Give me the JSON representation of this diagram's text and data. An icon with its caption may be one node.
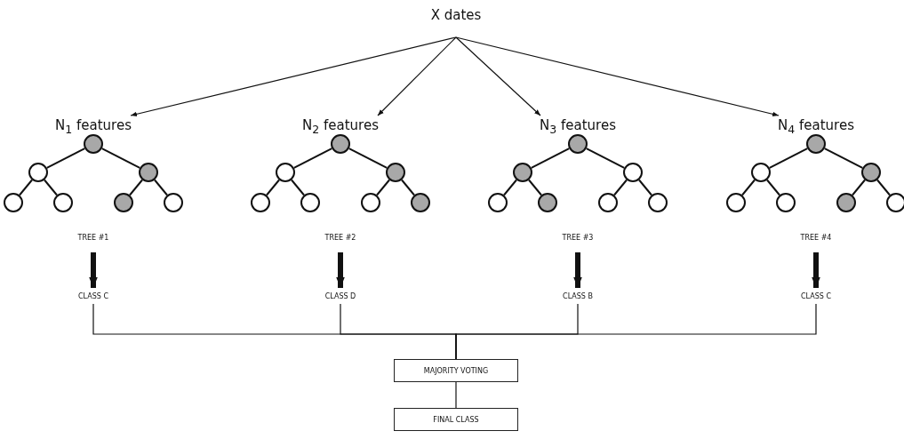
{
  "diagram": {
    "nodes": [
      {
        "text": [
          "X dates"
        ]
      },
      {
        "text": [
          "N$_{1}$ features"
        ]
      },
      {
        "text": [
          "N$_{2}$ features"
        ]
      },
      {
        "text": [
          "N$_{3}$ features"
        ]
      },
      {
        "text": [
          "N$_{4}$ features"
        ]
      },
      {
        "text": [],
        "shape": "circle"
      },
      {
        "text": [],
        "shape": "circle"
      },
      {
        "text": [],
        "shape": "circle"
      },
      {
        "text": [],
        "shape": "circle"
      },
      {
        "text": [],
        "shape": "circle"
      },
      {
        "text": [],
        "shape": "circle"
      },
      {
        "text": [],
        "shape": "circle"
      },
      {
        "text": [],
        "shape": "circle"
      },
      {
        "text": [],
        "shape": "circle"
      },
      {
        "text": [],
        "shape": "circle"
      },
      {
        "text": [],
        "shape": "circle"
      },
      {
        "text": [],
        "shape": "circle"
      },
      {
        "text": [],
        "shape": "circle"
      },
      {
        "text": [],
        "shape": "circle"
      },
      {
        "text": [],
        "shape": "circle"
      },
      {
        "text": [],
        "shape": "circle"
      },
      {
        "text": [],
        "shape": "circle"
      },
      {
        "text": [],
        "shape": "circle"
      },
      {
        "text": [],
        "shape": "circle"
      },
      {
        "text": [],
        "shape": "circle"
      },
      {
        "text": [],
        "shape": "circle"
      },
      {
        "text": [],
        "shape": "circle"
      },
      {
        "text": [],
        "shape": "circle"
      },
      {
        "text": [],
        "shape": "circle"
      },
      {
        "text": [],
        "shape": "circle"
      },
      {
        "text": [],
        "shape": "circle"
      },
      {
        "text": [],
        "shape": "circle"
      },
      {
        "text": [],
        "shape": "circle"
      },
      {
        "text": [
          "TREE #1"
        ]
      },
      {
        "text": [
          "TREE #2"
        ]
      },
      {
        "text": [
          "TREE #3"
        ]
      },
      {
        "text": [
          "TREE #4"
        ]
      },
      {
        "text": [
          "CLASS C"
        ]
      },
      {
        "text": [
          "CLASS D"
        ]
      },
      {
        "text": [
          "CLASS B"
        ]
      },
      {
        "text": [
          "CLASS C"
        ]
      },
      {
        "text": [
          "MAJORITY VOTING"
        ]
      },
      {
        "text": [
          "FINAL CLASS"
        ]
      }
    ],
    "edges": [
      {
        "from": 0,
        "to": 1,
        "arrow": "to"
      },
      {
        "from": 0,
        "to": 2,
        "arrow": "to"
      },
      {
        "from": 0,
        "to": 3,
        "arrow": "to"
      },
      {
        "from": 0,
        "to": 4,
        "arrow": "to"
      },
      {
        "from": 5,
        "to": 6,
        "arrow": "none"
      },
      {
        "from": 5,
        "to": 7,
        "arrow": "none"
      },
      {
        "from": 6,
        "to": 8,
        "arrow": "none"
      },
      {
        "from": 6,
        "to": 9,
        "arrow": "none"
      },
      {
        "from": 7,
        "to": 10,
        "arrow": "none"
      },
      {
        "from": 7,
        "to": 11,
        "arrow": "none"
      },
      {
        "from": 12,
        "to": 13,
        "arrow": "none"
      },
      {
        "from": 12,
        "to": 14,
        "arrow": "none"
      },
      {
        "from": 13,
        "to": 15,
        "arrow": "none"
      },
      {
        "from": 13,
        "to": 16,
        "arrow": "none"
      },
      {
        "from": 14,
        "to": 17,
        "arrow": "none"
      },
      {
        "from": 14,
        "to": 18,
        "arrow": "none"
      },
      {
        "from": 19,
        "to": 20,
        "arrow": "none"
      },
      {
        "from": 19,
        "to": 21,
        "arrow": "none"
      },
      {
        "from": 20,
        "to": 22,
        "arrow": "none"
      },
      {
        "from": 20,
        "to": 23,
        "arrow": "none"
      },
      {
        "from": 21,
        "to": 24,
        "arrow": "none"
      },
      {
        "from": 21,
        "to": 25,
        "arrow": "none"
      },
      {
        "from": 26,
        "to": 27,
        "arrow": "none"
      },
      {
        "from": 26,
        "to": 28,
        "arrow": "none"
      },
      {
        "from": 27,
        "to": 29,
        "arrow": "none"
      },
      {
        "from": 27,
        "to": 30,
        "arrow": "none"
      },
      {
        "from": 28,
        "to": 31,
        "arrow": "none"
      },
      {
        "from": 28,
        "to": 32,
        "arrow": "none"
      },
      {
        "from": 33,
        "to": 37,
        "arrow": "to",
        "style": "thick"
      },
      {
        "from": 34,
        "to": 38,
        "arrow": "to",
        "style": "thick"
      },
      {
        "from": 35,
        "to": 39,
        "arrow": "to",
        "style": "thick"
      },
      {
        "from": 36,
        "to": 40,
        "arrow": "to",
        "style": "thick"
      },
      {
        "from": 37,
        "to": 41,
        "arrow": "none"
      },
      {
        "from": 38,
        "to": 41,
        "arrow": "none"
      },
      {
        "from": 39,
        "to": 41,
        "arrow": "none"
      },
      {
        "from": 40,
        "to": 41,
        "arrow": "none"
      },
      {
        "from": 41,
        "to": 42,
        "arrow": "none"
      }
    ]
  }
}
